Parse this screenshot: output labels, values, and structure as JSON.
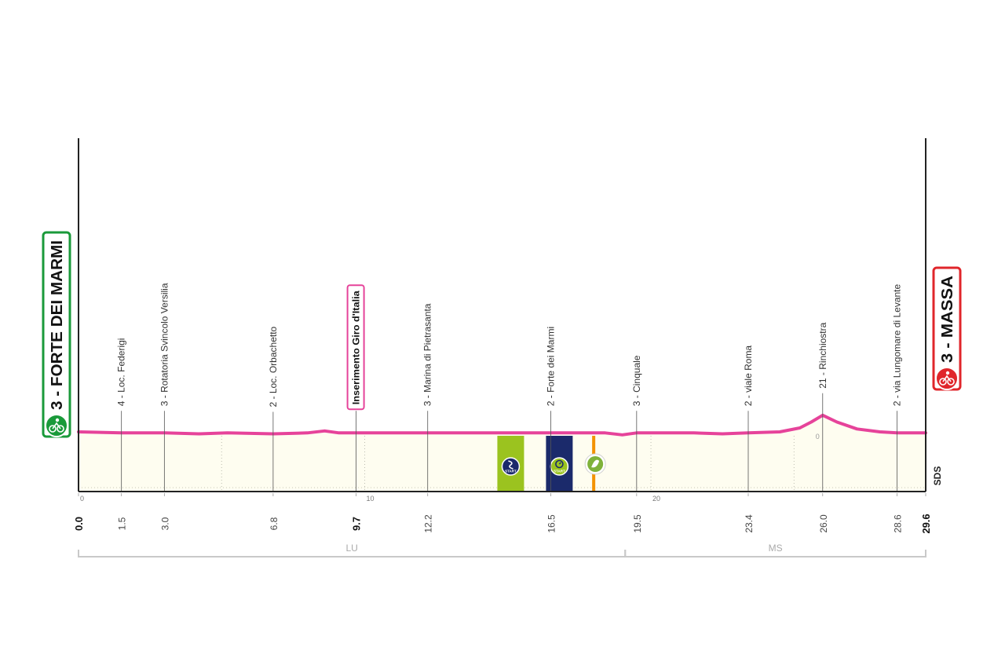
{
  "chart_data": {
    "type": "area",
    "start": {
      "label": "3 - FORTE DEI MARMI",
      "color": "#1a9a3a"
    },
    "finish": {
      "label": "3 - MASSA",
      "color": "#e0262b"
    },
    "km_axis": {
      "xlim": [
        0.0,
        29.6
      ],
      "ticks": [
        "0",
        "10",
        "20"
      ],
      "tick_values": [
        0,
        10,
        20
      ]
    },
    "altitude_axis": {
      "tick_label": "0"
    },
    "waypoints": [
      {
        "km": 0.0,
        "km_label": "0.0",
        "bold": true
      },
      {
        "km": 1.5,
        "km_label": "1.5",
        "label": "4 - Loc. Federigi"
      },
      {
        "km": 3.0,
        "km_label": "3.0",
        "label": "3 - Rotatoria Svincolo Versilia"
      },
      {
        "km": 6.8,
        "km_label": "6.8",
        "label": "2 - Loc. Orbachetto"
      },
      {
        "km": 9.7,
        "km_label": "9.7",
        "label": "Inserimento Giro d'Italia",
        "bold": true,
        "boxed": true
      },
      {
        "km": 12.2,
        "km_label": "12.2",
        "label": "3 - Marina di Pietrasanta"
      },
      {
        "km": 16.5,
        "km_label": "16.5",
        "label": "2 - Forte dei Marmi"
      },
      {
        "km": 19.5,
        "km_label": "19.5",
        "label": "3 - Cinquale"
      },
      {
        "km": 23.4,
        "km_label": "23.4",
        "label": "2 - viale Roma"
      },
      {
        "km": 26.0,
        "km_label": "26.0",
        "label": "21 - Rinchiostra"
      },
      {
        "km": 28.6,
        "km_label": "28.6",
        "label": "2 - via Lungomare di Levante"
      },
      {
        "km": 29.6,
        "km_label": "29.6",
        "bold": true
      }
    ],
    "profile": {
      "km": [
        0,
        1.5,
        3.0,
        4.2,
        5.2,
        6.8,
        8.0,
        8.6,
        9.1,
        9.7,
        11.0,
        12.2,
        13.5,
        14.5,
        15.4,
        16.5,
        17.5,
        18.4,
        19.0,
        19.5,
        20.3,
        21.5,
        22.5,
        23.4,
        24.5,
        25.2,
        25.6,
        26.0,
        26.5,
        27.2,
        28.0,
        28.6,
        29.6
      ],
      "ele": [
        4,
        3,
        3,
        2,
        3,
        2,
        3,
        5,
        3,
        3,
        3,
        3,
        3,
        3,
        3,
        3,
        3,
        3,
        1,
        3,
        3,
        3,
        2,
        3,
        4,
        8,
        14,
        21,
        14,
        7,
        4,
        3,
        3
      ]
    },
    "regions": [
      {
        "label": "LU",
        "from_km": 0.0,
        "to_km": 19.1
      },
      {
        "label": "MS",
        "from_km": 19.1,
        "to_km": 29.6
      }
    ],
    "markers": [
      {
        "name": "intermediate-timing-start",
        "icon": "start-arrow-icon",
        "caption": "START",
        "color": "#9bc31f",
        "km": 15.1
      },
      {
        "name": "timing-start",
        "icon": "stopwatch-icon",
        "caption": "START",
        "color": "#1b2a6b",
        "km": 16.8
      },
      {
        "name": "intermediate-point",
        "icon": "leaf-stopwatch-icon",
        "color": "#f39200",
        "km": 18.0
      }
    ],
    "colors": {
      "profile_line": "#e6439a",
      "profile_fill": "#fefdf0",
      "axis": "#222222"
    },
    "brand": "SDS"
  }
}
